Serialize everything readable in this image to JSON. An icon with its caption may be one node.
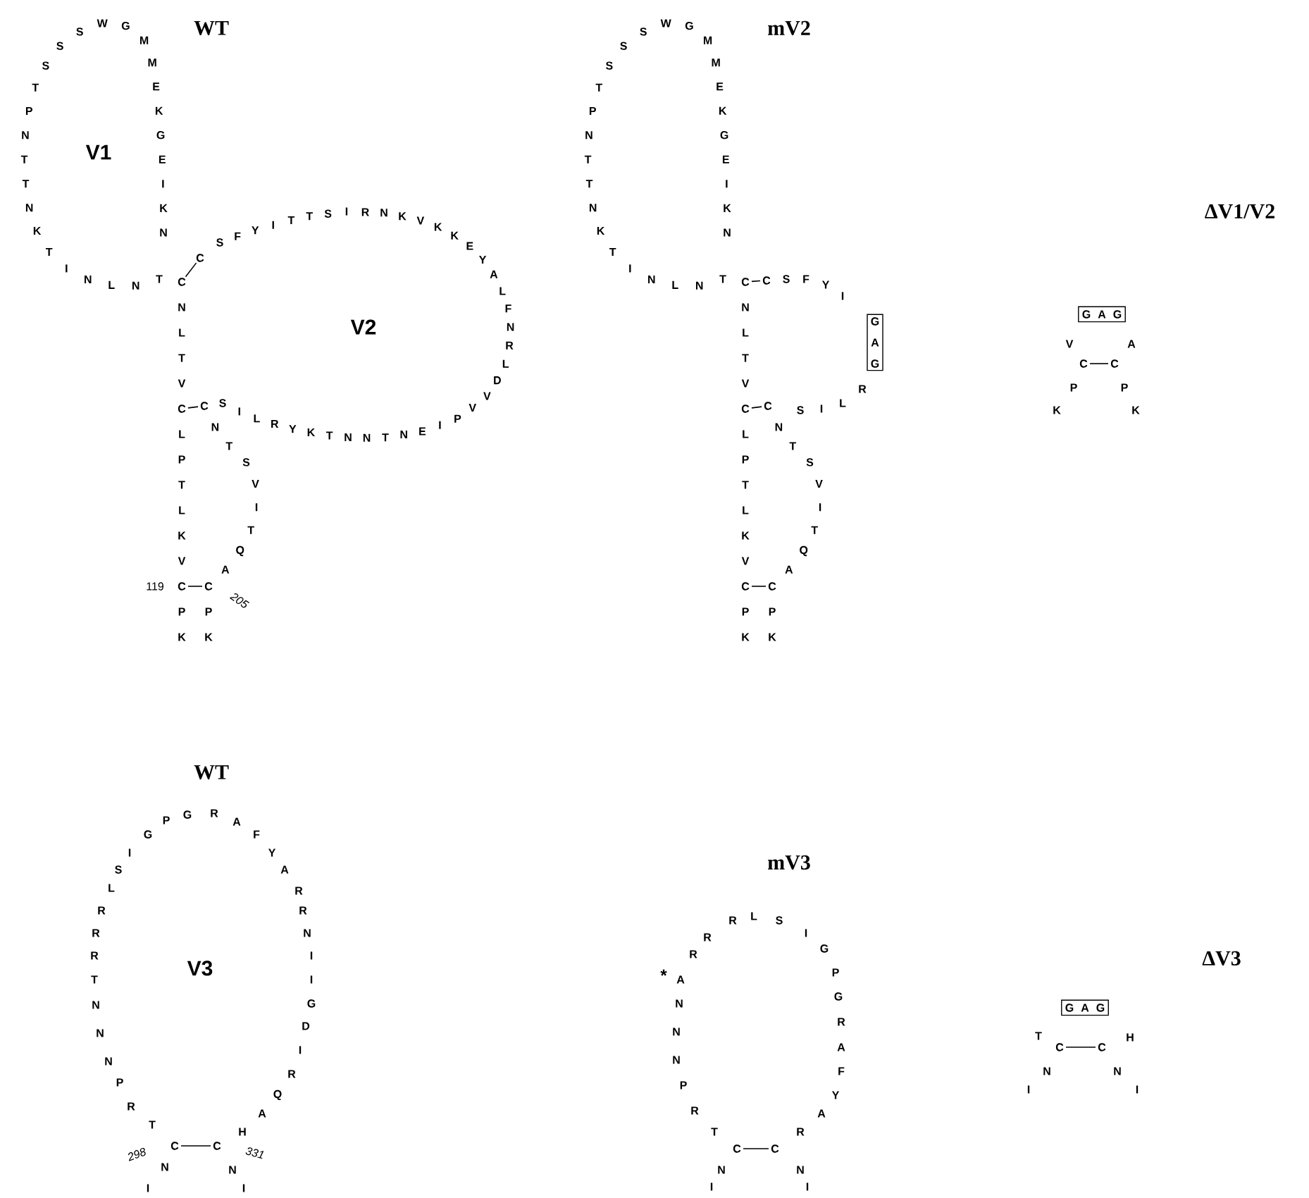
{
  "diagram": {
    "nodes": [
      {
        "text": [
          "G A G"
        ]
      },
      {
        "text": [
          "G A G"
        ]
      },
      {
        "text": [
          "G A G"
        ]
      }
    ],
    "labels": [
      "WT",
      "K",
      "P",
      "C",
      "V",
      "K",
      "L",
      "T",
      "P",
      "L",
      "C",
      "V",
      "T",
      "L",
      "N",
      "C",
      "T",
      "N",
      "L",
      "N",
      "I",
      "T",
      "K",
      "N",
      "T",
      "T",
      "N",
      "P",
      "T",
      "S",
      "S",
      "S",
      "W",
      "G",
      "M",
      "M",
      "E",
      "K",
      "G",
      "E",
      "I",
      "K",
      "N",
      "C",
      "S",
      "F",
      "Y",
      "I",
      "T",
      "T",
      "S",
      "I",
      "R",
      "N",
      "K",
      "V",
      "K",
      "K",
      "E",
      "Y",
      "A",
      "L",
      "F",
      "N",
      "R",
      "L",
      "D",
      "V",
      "V",
      "P",
      "I",
      "E",
      "N",
      "T",
      "N",
      "N",
      "T",
      "K",
      "Y",
      "R",
      "L",
      "I",
      "S",
      "C",
      "N",
      "T",
      "S",
      "V",
      "I",
      "T",
      "Q",
      "A",
      "C",
      "P",
      "K",
      "119",
      "205",
      "V1",
      "V2",
      "mV2",
      "K",
      "P",
      "C",
      "V",
      "K",
      "L",
      "T",
      "P",
      "L",
      "C",
      "V",
      "T",
      "L",
      "N",
      "C",
      "T",
      "N",
      "L",
      "N",
      "I",
      "T",
      "K",
      "N",
      "T",
      "T",
      "N",
      "P",
      "T",
      "S",
      "S",
      "S",
      "W",
      "G",
      "M",
      "M",
      "E",
      "K",
      "G",
      "E",
      "I",
      "K",
      "N",
      "C",
      "S",
      "F",
      "Y",
      "I",
      "R",
      "L",
      "I",
      "S",
      "C",
      "N",
      "T",
      "S",
      "V",
      "I",
      "T",
      "Q",
      "A",
      "C",
      "P",
      "K",
      "ΔV1/V2",
      "V",
      "A",
      "C",
      "C",
      "P",
      "P",
      "K",
      "K",
      "WT",
      "I",
      "N",
      "C",
      "T",
      "R",
      "P",
      "N",
      "N",
      "N",
      "T",
      "R",
      "R",
      "R",
      "L",
      "S",
      "I",
      "G",
      "P",
      "G",
      "R",
      "A",
      "F",
      "Y",
      "A",
      "R",
      "R",
      "N",
      "I",
      "I",
      "G",
      "D",
      "I",
      "R",
      "Q",
      "A",
      "H",
      "C",
      "N",
      "I",
      "298",
      "331",
      "V3",
      "mV3",
      "I",
      "N",
      "C",
      "T",
      "R",
      "P",
      "N",
      "N",
      "N",
      "*",
      "A",
      "R",
      "R",
      "R",
      "L",
      "S",
      "I",
      "G",
      "P",
      "G",
      "R",
      "A",
      "F",
      "Y",
      "A",
      "R",
      "C",
      "N",
      "I",
      "ΔV3",
      "T",
      "C",
      "C",
      "H",
      "N",
      "N",
      "I",
      "I"
    ]
  }
}
